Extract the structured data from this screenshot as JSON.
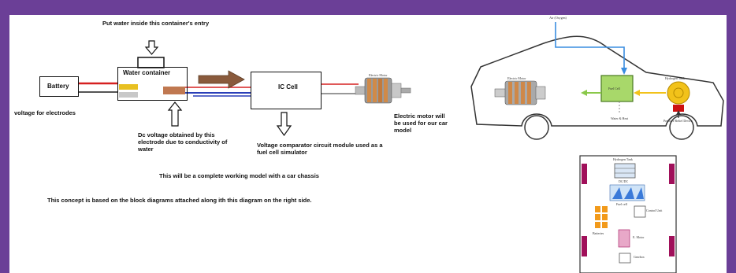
{
  "left_diagram": {
    "battery_label": "Battery",
    "water_container_label": "Water container",
    "ic_cell_label": "IC Cell",
    "electric_motor_small_label": "Electric Motor",
    "put_water_note": "Put water inside this container's entry",
    "voltage_electrodes_note": "voltage for electrodes",
    "dc_voltage_note": "Dc voltage obtained by this electrode due to conductivity of water",
    "comparator_note": "Voltage comparator circuit module used as a fuel cell simulator",
    "motor_note": "Electric motor will be used for our car model",
    "complete_model_note": "This will be a complete working model with a car chassis",
    "concept_note": "This concept is based on the block diagrams attached along ith this diagram on the right side."
  },
  "car_diagram": {
    "air_label": "Air (Oxygen)",
    "electric_motor_label": "Electric Motor",
    "fuel_cell_label": "Fuel Cell",
    "hydrogen_tank_label": "Hydrogen Tank",
    "water_heat_label": "Water & Heat",
    "pressure_relief_label": "Pressure Relief Device"
  },
  "chassis_diagram": {
    "hydrogen_tank_label": "Hydrogen Tank",
    "fuel_cell_label": "Fuel cell",
    "control_unit_label": "Control Unit",
    "e_motor_label": "E. Motor",
    "battery_label": "Batteries",
    "gearbox_label": "Gearbox",
    "dcdc_label": "DC/DC"
  },
  "colors": {
    "frame": "#6b3f97",
    "wire_red": "#d62020",
    "wire_blue": "#2a3fb8",
    "arrow_brown": "#8a5a3c",
    "fuel_cell_green": "#a8d86a",
    "air_blue": "#3a8de0",
    "hydrogen_yellow": "#f2c21a",
    "relief_red": "#cc1111",
    "wheel_magenta": "#a0105a",
    "battery_orange": "#f29a1a"
  }
}
